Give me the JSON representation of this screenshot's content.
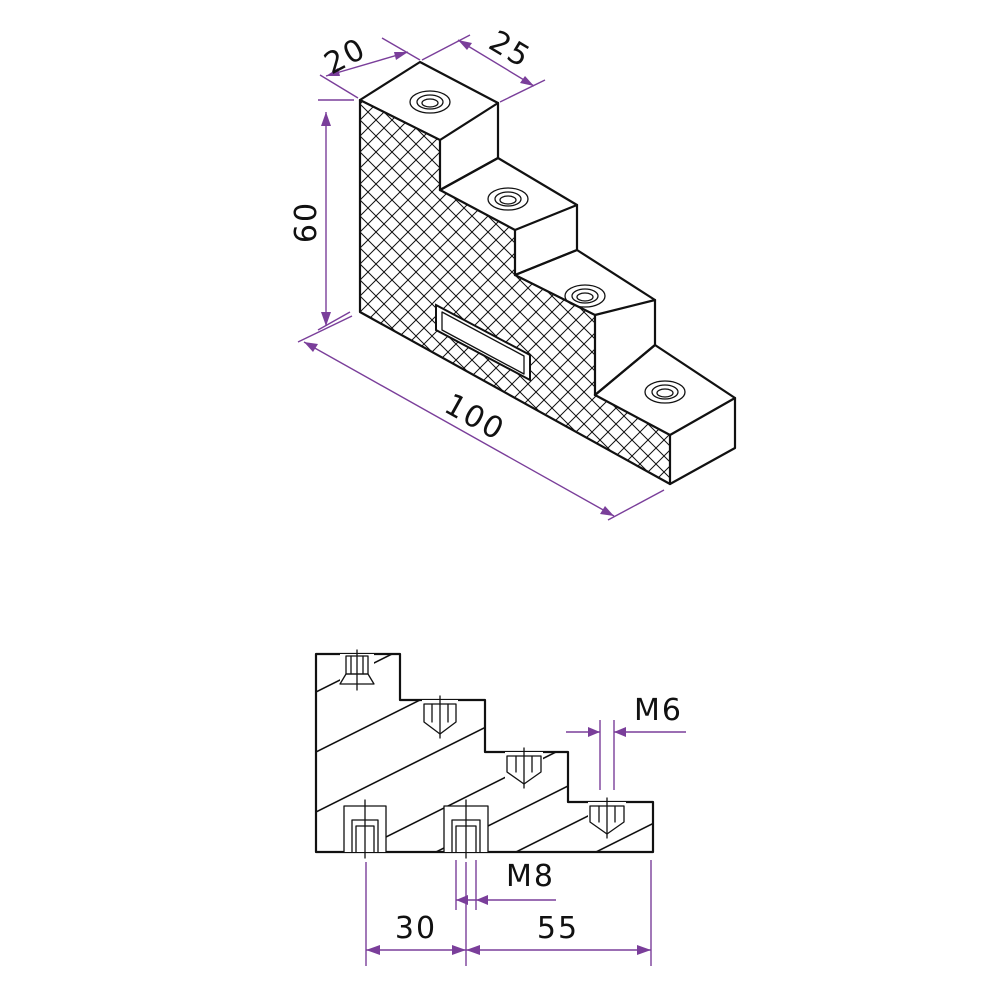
{
  "dimensions": {
    "top_depth": "20",
    "step_width": "25",
    "height": "60",
    "length": "100",
    "thread_small": "M6",
    "thread_large": "M8",
    "hole_spacing": "30",
    "hole_offset": "55"
  },
  "colors": {
    "line": "#111111",
    "dimension": "#7a3e9a",
    "background": "#ffffff"
  }
}
